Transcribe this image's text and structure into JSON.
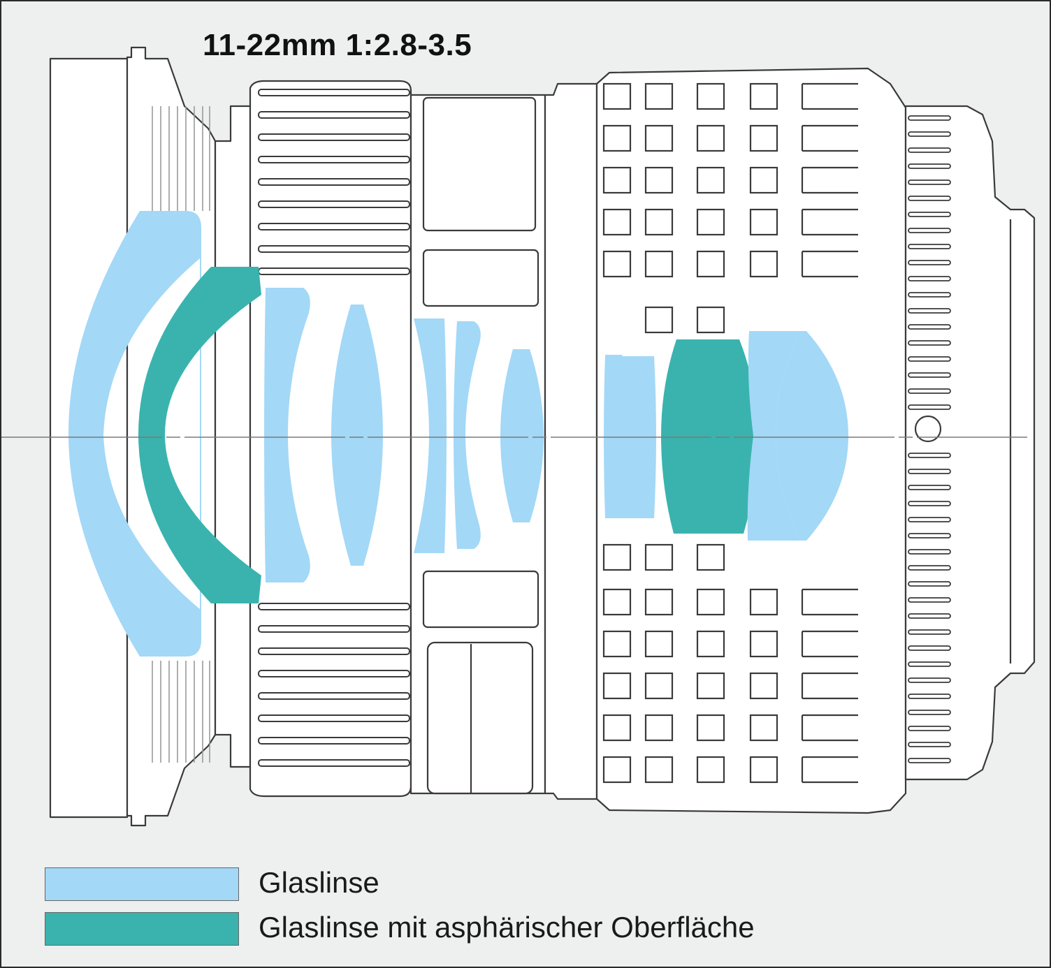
{
  "title": "11-22mm 1:2.8-3.5",
  "colors": {
    "background": "#eeefef",
    "barrel_fill": "#ffffff",
    "outline": "#3a3a3a",
    "glass_lens": "#a3d8f7",
    "aspherical_lens": "#3ab3ae"
  },
  "legend": [
    {
      "key": "glass",
      "label": "Glaslinse",
      "color": "#a3d8f7"
    },
    {
      "key": "aspherical",
      "label": "Glaslinse mit asphärischer Oberfläche",
      "color": "#3ab3ae"
    }
  ],
  "lens_elements": [
    {
      "id": 1,
      "type": "glass"
    },
    {
      "id": 2,
      "type": "aspherical"
    },
    {
      "id": 3,
      "type": "glass"
    },
    {
      "id": 4,
      "type": "glass"
    },
    {
      "id": 5,
      "type": "glass"
    },
    {
      "id": 6,
      "type": "glass"
    },
    {
      "id": 7,
      "type": "glass"
    },
    {
      "id": 8,
      "type": "glass"
    },
    {
      "id": 9,
      "type": "glass"
    },
    {
      "id": 10,
      "type": "aspherical"
    },
    {
      "id": 11,
      "type": "glass"
    },
    {
      "id": 12,
      "type": "glass"
    }
  ]
}
